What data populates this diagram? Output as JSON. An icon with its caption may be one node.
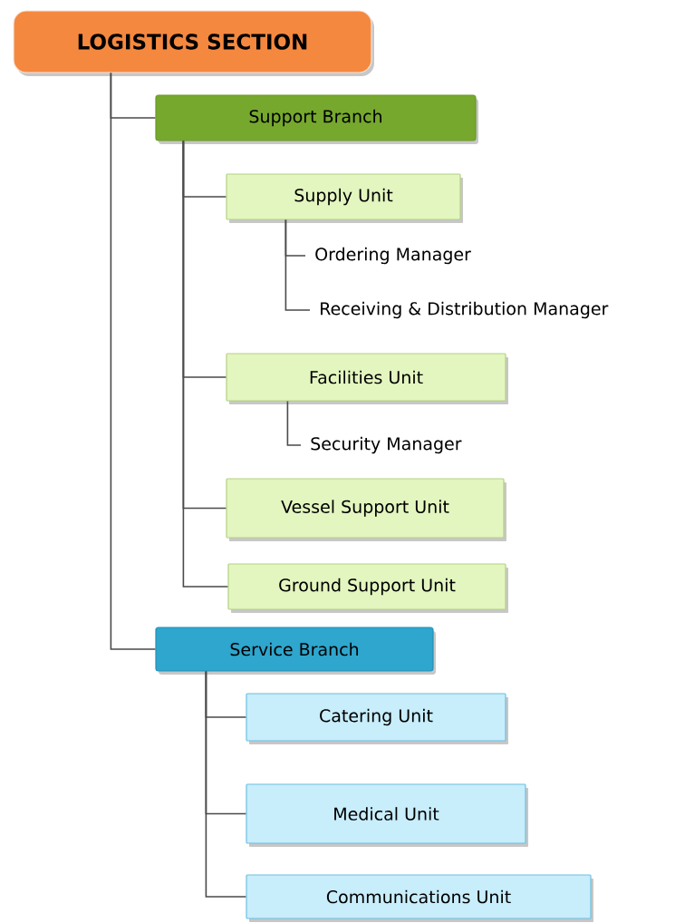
{
  "diagram": {
    "nodes": [
      {
        "text": [
          "LOGISTICS SECTION"
        ]
      },
      {
        "text": [
          "Support Branch"
        ]
      },
      {
        "text": [
          "Supply Unit"
        ]
      },
      {
        "text": [
          "Ordering Manager"
        ]
      },
      {
        "text": [
          "Receiving & Distribution Manager"
        ]
      },
      {
        "text": [
          "Facilities Unit"
        ]
      },
      {
        "text": [
          "Security Manager"
        ]
      },
      {
        "text": [
          "Vessel Support Unit"
        ]
      },
      {
        "text": [
          "Ground Support Unit"
        ]
      },
      {
        "text": [
          "Service Branch"
        ]
      },
      {
        "text": [
          "Catering Unit"
        ]
      },
      {
        "text": [
          "Medical Unit"
        ]
      },
      {
        "text": [
          "Communications Unit"
        ]
      }
    ],
    "edges": [
      {
        "from": 0,
        "to": 1,
        "arrow": "none"
      },
      {
        "from": 1,
        "to": 2,
        "arrow": "none"
      },
      {
        "from": 2,
        "to": 3,
        "arrow": "none"
      },
      {
        "from": 2,
        "to": 4,
        "arrow": "none"
      },
      {
        "from": 1,
        "to": 5,
        "arrow": "none"
      },
      {
        "from": 5,
        "to": 6,
        "arrow": "none"
      },
      {
        "from": 1,
        "to": 7,
        "arrow": "none"
      },
      {
        "from": 1,
        "to": 8,
        "arrow": "none"
      },
      {
        "from": 0,
        "to": 9,
        "arrow": "none"
      },
      {
        "from": 9,
        "to": 10,
        "arrow": "none"
      },
      {
        "from": 9,
        "to": 11,
        "arrow": "none"
      },
      {
        "from": 9,
        "to": 12,
        "arrow": "none"
      }
    ]
  }
}
